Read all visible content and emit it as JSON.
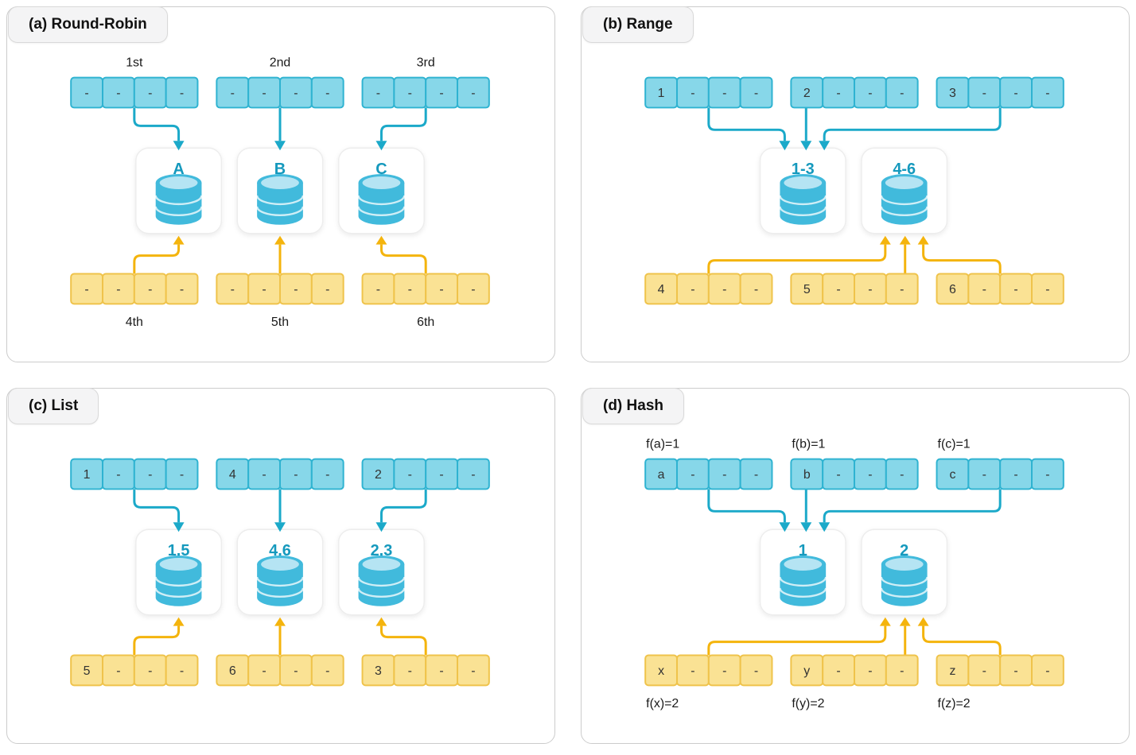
{
  "figure": {
    "description_labels": []
  },
  "colors": {
    "blue_cell_fill": "#87D7E9",
    "blue_cell_border": "#2FB3D1",
    "yellow_cell_fill": "#FAE294",
    "yellow_cell_border": "#EFC34B",
    "top_arrow": "#1BA9C9",
    "bottom_arrow": "#F4B40D",
    "db_label": "#1599BD",
    "cylinder_body": "#41BADC",
    "cylinder_top": "#B5E4F3",
    "cell_text": "#333333",
    "label_text": "#1A1A1A",
    "panel_border": "#CCCCCC",
    "chip_bg": "#F4F4F5",
    "chip_border": "#D9D9D9",
    "db_box_border": "#EDEDED"
  },
  "panels": [
    {
      "id": "a",
      "title": "(a) Round-Robin",
      "layout": "three-db",
      "top_bars": [
        {
          "label": "1st",
          "label_align": "center",
          "cells": [
            "-",
            "-",
            "-",
            "-"
          ]
        },
        {
          "label": "2nd",
          "label_align": "center",
          "cells": [
            "-",
            "-",
            "-",
            "-"
          ]
        },
        {
          "label": "3rd",
          "label_align": "center",
          "cells": [
            "-",
            "-",
            "-",
            "-"
          ]
        }
      ],
      "databases": [
        {
          "label": "A"
        },
        {
          "label": "B"
        },
        {
          "label": "C"
        }
      ],
      "bottom_bars": [
        {
          "label": "4th",
          "label_align": "center",
          "cells": [
            "-",
            "-",
            "-",
            "-"
          ]
        },
        {
          "label": "5th",
          "label_align": "center",
          "cells": [
            "-",
            "-",
            "-",
            "-"
          ]
        },
        {
          "label": "6th",
          "label_align": "center",
          "cells": [
            "-",
            "-",
            "-",
            "-"
          ]
        }
      ]
    },
    {
      "id": "b",
      "title": "(b) Range",
      "layout": "two-db",
      "top_bars": [
        {
          "cells": [
            "1",
            "-",
            "-",
            "-"
          ]
        },
        {
          "cells": [
            "2",
            "-",
            "-",
            "-"
          ]
        },
        {
          "cells": [
            "3",
            "-",
            "-",
            "-"
          ]
        }
      ],
      "databases": [
        {
          "label": "1-3"
        },
        {
          "label": "4-6"
        }
      ],
      "bottom_bars": [
        {
          "cells": [
            "4",
            "-",
            "-",
            "-"
          ]
        },
        {
          "cells": [
            "5",
            "-",
            "-",
            "-"
          ]
        },
        {
          "cells": [
            "6",
            "-",
            "-",
            "-"
          ]
        }
      ]
    },
    {
      "id": "c",
      "title": "(c) List",
      "layout": "three-db",
      "top_bars": [
        {
          "cells": [
            "1",
            "-",
            "-",
            "-"
          ]
        },
        {
          "cells": [
            "4",
            "-",
            "-",
            "-"
          ]
        },
        {
          "cells": [
            "2",
            "-",
            "-",
            "-"
          ]
        }
      ],
      "databases": [
        {
          "label": "1,5"
        },
        {
          "label": "4,6"
        },
        {
          "label": "2,3"
        }
      ],
      "bottom_bars": [
        {
          "cells": [
            "5",
            "-",
            "-",
            "-"
          ]
        },
        {
          "cells": [
            "6",
            "-",
            "-",
            "-"
          ]
        },
        {
          "cells": [
            "3",
            "-",
            "-",
            "-"
          ]
        }
      ]
    },
    {
      "id": "d",
      "title": "(d) Hash",
      "layout": "two-db",
      "top_bars": [
        {
          "label": "f(a)=1",
          "label_align": "left",
          "cells": [
            "a",
            "-",
            "-",
            "-"
          ]
        },
        {
          "label": "f(b)=1",
          "label_align": "left",
          "cells": [
            "b",
            "-",
            "-",
            "-"
          ]
        },
        {
          "label": "f(c)=1",
          "label_align": "left",
          "cells": [
            "c",
            "-",
            "-",
            "-"
          ]
        }
      ],
      "databases": [
        {
          "label": "1"
        },
        {
          "label": "2"
        }
      ],
      "bottom_bars": [
        {
          "label": "f(x)=2",
          "label_align": "left",
          "cells": [
            "x",
            "-",
            "-",
            "-"
          ]
        },
        {
          "label": "f(y)=2",
          "label_align": "left",
          "cells": [
            "y",
            "-",
            "-",
            "-"
          ]
        },
        {
          "label": "f(z)=2",
          "label_align": "left",
          "cells": [
            "z",
            "-",
            "-",
            "-"
          ]
        }
      ]
    }
  ]
}
